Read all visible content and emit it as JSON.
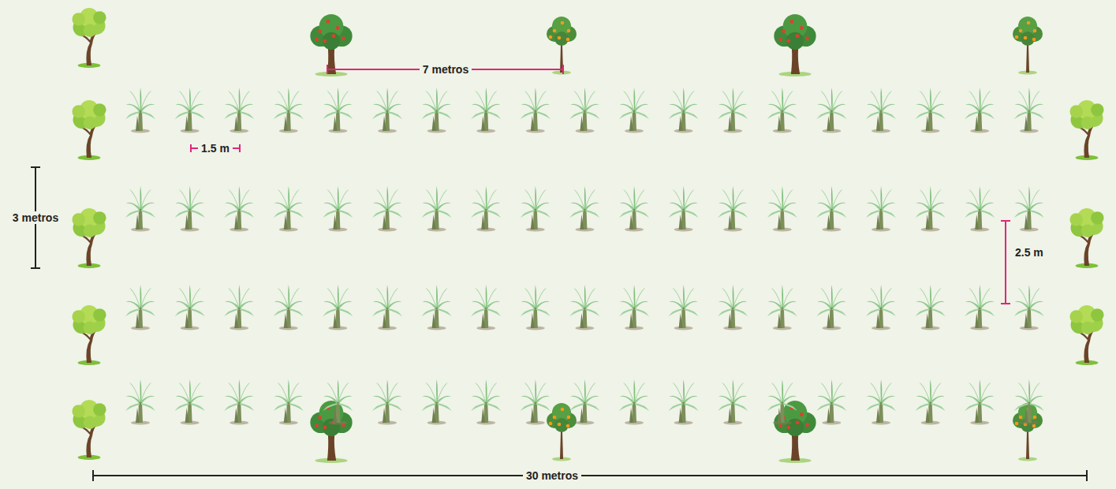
{
  "diagram": {
    "labels": [
      "7 metros",
      "1.5 m",
      "3 metros",
      "2.5 m",
      "30 metros"
    ]
  }
}
